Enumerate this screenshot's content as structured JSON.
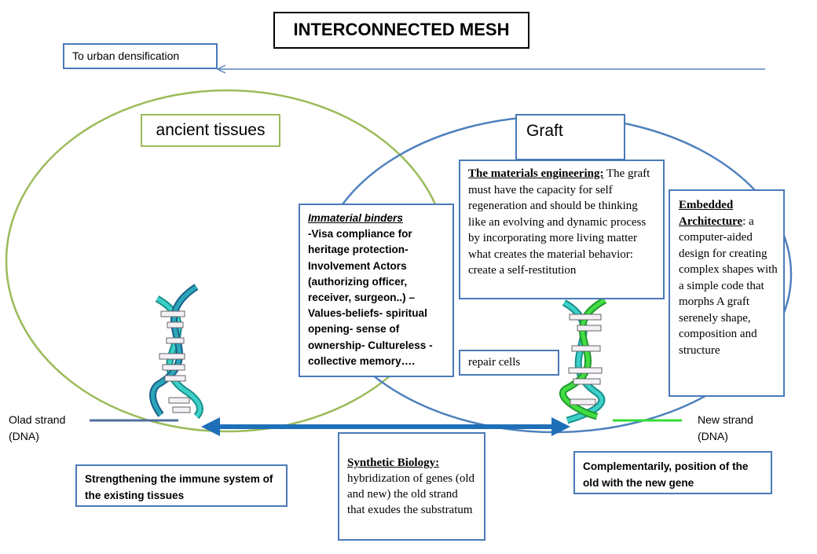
{
  "title": "INTERCONNECTED MESH",
  "urban_label": "To urban densification",
  "ancient_label": "ancient tissues",
  "graft_label": "Graft",
  "immaterial": {
    "heading": "Immaterial binders",
    "body": "-Visa compliance for heritage protection- Involvement Actors (authorizing officer, receiver, surgeon..) – Values-beliefs- spiritual opening- sense of ownership- Cultureless -collective memory…."
  },
  "materials": {
    "heading": "The materials engineering:",
    "body": " The graft must have the capacity for self regeneration and should be thinking like an evolving and dynamic process by incorporating more living matter what creates the material behavior: create a self-restitution"
  },
  "embedded": {
    "heading": "Embedded Architecture",
    "body": ": a computer-aided design for creating complex shapes with a simple code that morphs A graft serenely shape, composition and structure"
  },
  "repair_label": "repair cells",
  "old_strand": {
    "line1": "Olad strand",
    "line2": "(DNA)"
  },
  "new_strand": {
    "line1": "New strand",
    "line2": "(DNA)"
  },
  "immune_label": "Strengthening the immune system of the existing tissues",
  "synthetic": {
    "heading": "Synthetic Biology:",
    "body": " hybridization of genes (old and new) the old strand that exudes the substratum"
  },
  "complement_label": "Complementarily, position of the old with the new gene",
  "colors": {
    "green_ellipse": "#9bbb59",
    "blue_ellipse": "#4f81bd",
    "arrow_blue": "#1f6fb8",
    "old_strand_line": "#4f6f9f",
    "new_strand_line": "#33dd33",
    "dna_teal": "#20b2aa",
    "dna_green": "#33cc33"
  }
}
